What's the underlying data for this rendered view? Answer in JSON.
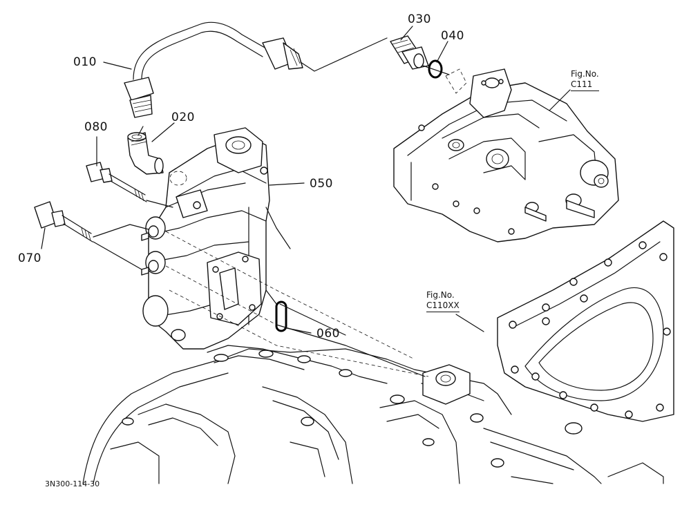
{
  "callouts": {
    "p010": "010",
    "p020": "020",
    "p030": "030",
    "p040": "040",
    "p050": "050",
    "p060": "060",
    "p070": "070",
    "p080": "080"
  },
  "fig_refs": {
    "c111": {
      "line1": "Fig.No.",
      "line2": "C111"
    },
    "c110xx": {
      "line1": "Fig.No.",
      "line2": "C110XX"
    }
  },
  "drawing_code": "3N300-114-30"
}
